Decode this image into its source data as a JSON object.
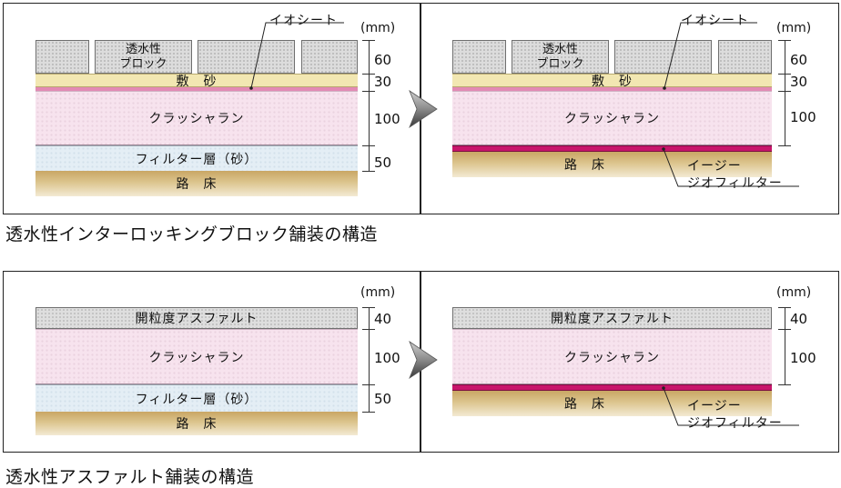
{
  "unit": "(mm)",
  "top": {
    "caption": "透水性インターロッキングブロック舗装の構造",
    "before": {
      "block_label_line1": "透水性",
      "block_label_line2": "ブロック",
      "sand": "敷　砂",
      "crusher": "クラッシャラン",
      "filter": "フィルター層（砂）",
      "subgrade": "路　床",
      "sheet_callout": "イオシート",
      "thickness": [
        "60",
        "30",
        "100",
        "50"
      ]
    },
    "after": {
      "block_label_line1": "透水性",
      "block_label_line2": "ブロック",
      "sand": "敷　砂",
      "crusher": "クラッシャラン",
      "subgrade": "路　床",
      "sheet_callout": "イオシート",
      "filter_callout_line1": "イージー",
      "filter_callout_line2": "ジオフィルター",
      "thickness": [
        "60",
        "30",
        "100"
      ]
    }
  },
  "bottom": {
    "caption": "透水性アスファルト舗装の構造",
    "before": {
      "asphalt": "開粒度アスファルト",
      "crusher": "クラッシャラン",
      "filter": "フィルター層（砂）",
      "subgrade": "路　床",
      "thickness": [
        "40",
        "100",
        "50"
      ]
    },
    "after": {
      "asphalt": "開粒度アスファルト",
      "crusher": "クラッシャラン",
      "subgrade": "路　床",
      "filter_callout_line1": "イージー",
      "filter_callout_line2": "ジオフィルター",
      "thickness": [
        "40",
        "100"
      ]
    }
  },
  "colors": {
    "sheet_thin": "#e38ab4",
    "geofilter": "#c8156b",
    "sand": "#f2e7b2",
    "crusher": "#f7e3ee",
    "filter": "#e4eef5",
    "subgrade": "#c9a664"
  }
}
